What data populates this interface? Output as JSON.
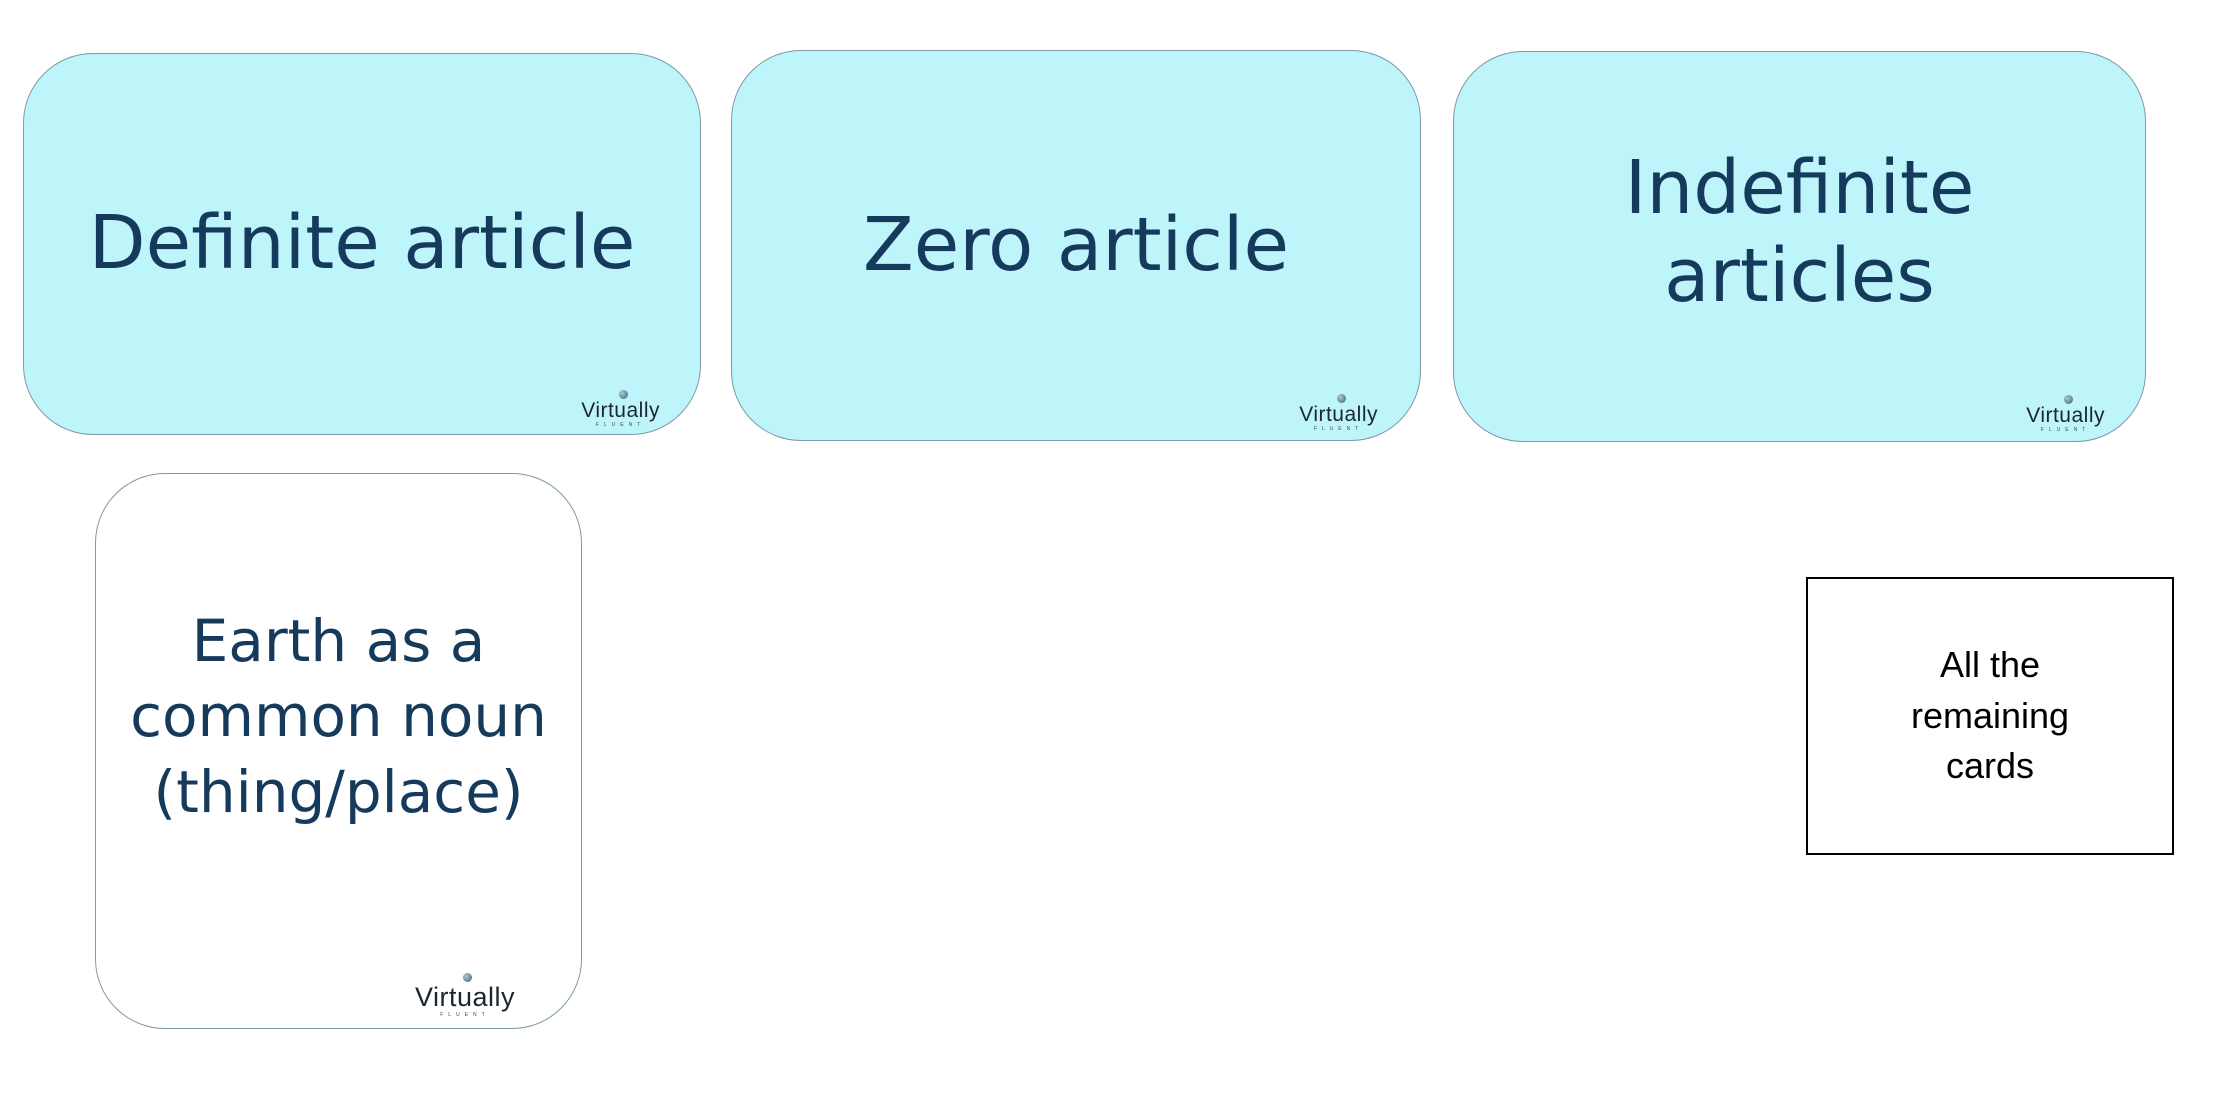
{
  "cards": [
    {
      "label": "Definite article",
      "logo_word": "Virtually",
      "logo_sub": "FLUENT"
    },
    {
      "label": "Zero article",
      "logo_word": "Virtually",
      "logo_sub": "FLUENT"
    },
    {
      "label": "Indefinite\narticles",
      "logo_word": "Virtually",
      "logo_sub": "FLUENT"
    },
    {
      "label": "Earth as a\ncommon noun\n(thing/place)",
      "logo_word": "Virtually",
      "logo_sub": "FLUENT"
    }
  ],
  "remaining_pile": {
    "label": "All the\nremaining\ncards"
  },
  "colors": {
    "card_blue": "#bdf5fa",
    "card_text": "#163a5c",
    "card_border": "#7f9aa8"
  },
  "icons": {
    "logo": "virtually-fluent-logo-icon"
  }
}
